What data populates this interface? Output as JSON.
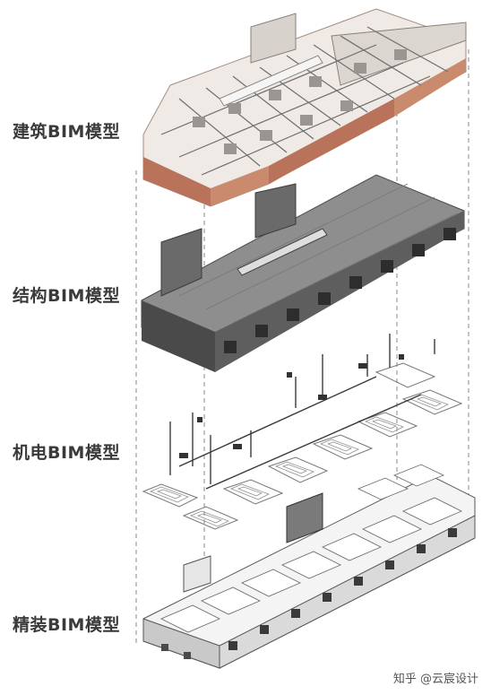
{
  "layers": [
    {
      "id": "architecture",
      "label": "建筑BIM模型"
    },
    {
      "id": "structure",
      "label": "结构BIM模型"
    },
    {
      "id": "mep",
      "label": "机电BIM模型"
    },
    {
      "id": "interior",
      "label": "精装BIM模型"
    }
  ],
  "watermark": "知乎 @云宸设计",
  "colors": {
    "brick": "#b8735a",
    "wall_light": "#e8e3df",
    "wall_mid": "#b3afab",
    "structure_top": "#8e8e8e",
    "structure_side": "#5e5e5e",
    "structure_dark": "#3c3c3c",
    "pipe": "#4a4a4a",
    "interior_white": "#f4f4f4",
    "interior_grey": "#c9c9c9",
    "dashed_line": "#8a8a8a"
  },
  "icons": [
    "floorplan-model",
    "structure-model",
    "mep-model",
    "interior-model"
  ]
}
